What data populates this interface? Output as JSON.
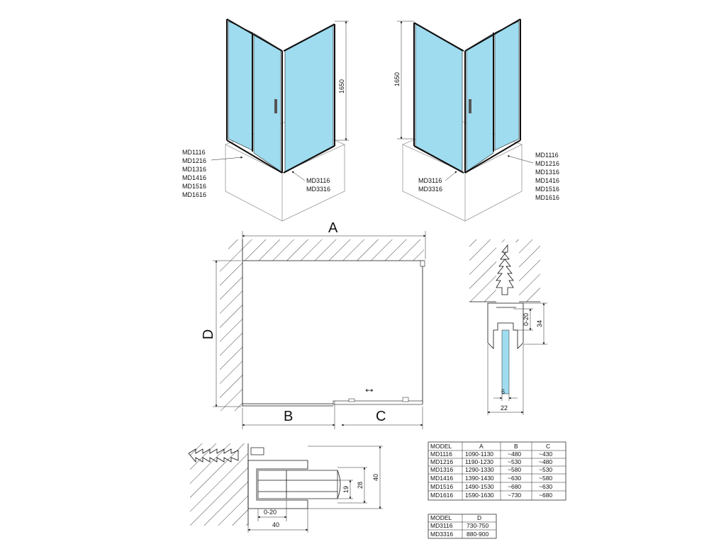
{
  "views": {
    "left_height": "1650",
    "right_height": "1650",
    "left_door_models": [
      "MD1116",
      "MD1216",
      "MD1316",
      "MD1416",
      "MD1516",
      "MD1616"
    ],
    "left_side_models": [
      "MD3116",
      "MD3316"
    ],
    "right_side_models": [
      "MD3116",
      "MD3316"
    ],
    "right_door_models": [
      "MD1116",
      "MD1216",
      "MD1316",
      "MD1416",
      "MD1516",
      "MD1616"
    ]
  },
  "plan": {
    "label_a": "A",
    "label_b": "B",
    "label_c": "C",
    "label_d": "D",
    "arrow": "↔"
  },
  "profile_detail": {
    "dim_adjust": "0-20",
    "dim_height": "34",
    "dim_glass": "6",
    "dim_width": "22"
  },
  "wall_detail": {
    "dim_19": "19",
    "dim_28": "28",
    "dim_40v": "40",
    "dim_adjust": "0-20",
    "dim_40h": "40"
  },
  "table_main": {
    "headers": [
      "MODEL",
      "A",
      "B",
      "C"
    ],
    "rows": [
      [
        "MD1116",
        "1090-1130",
        "~480",
        "~430"
      ],
      [
        "MD1216",
        "1190-1230",
        "~530",
        "~480"
      ],
      [
        "MD1316",
        "1290-1330",
        "~580",
        "~530"
      ],
      [
        "MD1416",
        "1390-1430",
        "~630",
        "~580"
      ],
      [
        "MD1516",
        "1490-1530",
        "~680",
        "~630"
      ],
      [
        "MD1616",
        "1590-1630",
        "~730",
        "~680"
      ]
    ]
  },
  "table_side": {
    "headers": [
      "MODEL",
      "D"
    ],
    "rows": [
      [
        "MD3116",
        "730-750"
      ],
      [
        "MD3316",
        "880-900"
      ]
    ]
  }
}
